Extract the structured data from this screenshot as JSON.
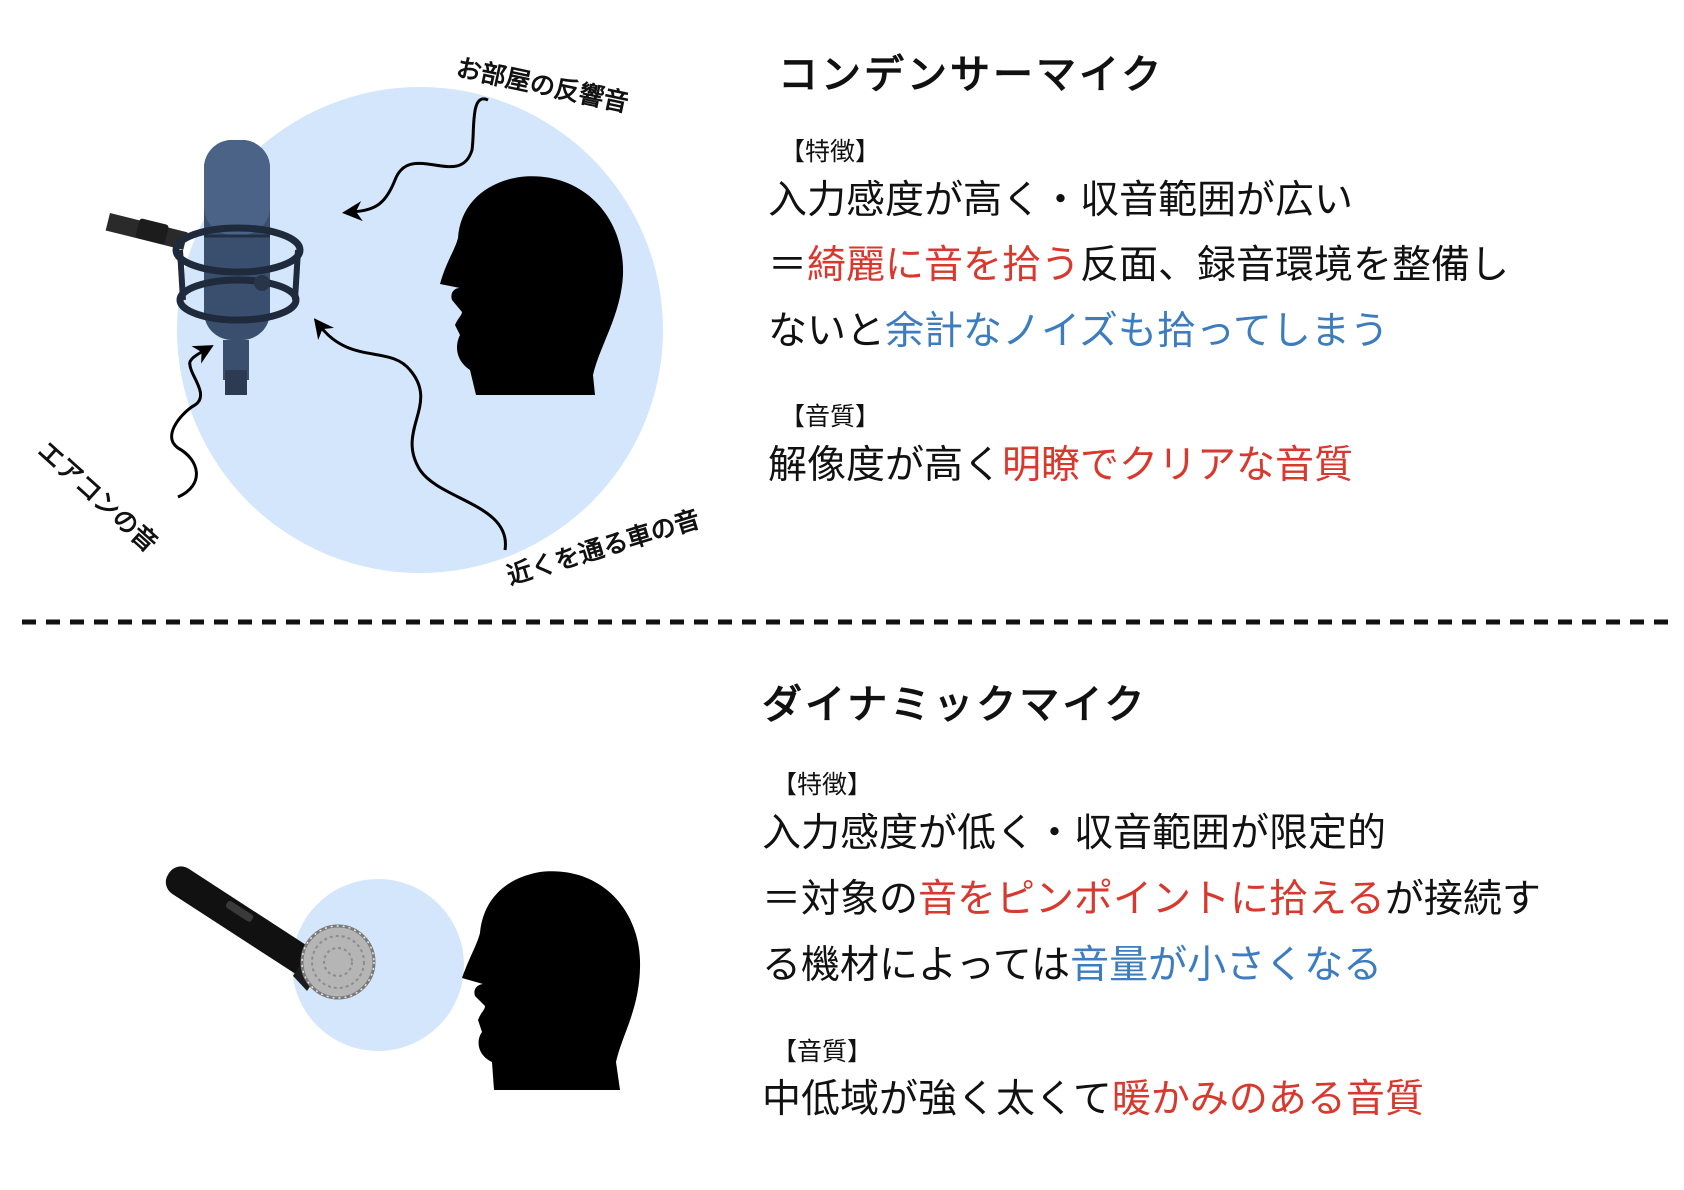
{
  "condenser": {
    "title": "コンデンサーマイク",
    "feature_tag": "【特徴】",
    "feature_line1": "入力感度が高く・収音範囲が広い",
    "feature_line2_prefix": "＝",
    "feature_line2_red": "綺麗に音を拾う",
    "feature_line2_rest": "反面、録音環境を整備し",
    "feature_line3_prefix": "ないと",
    "feature_line3_blue": "余計なノイズも拾ってしまう",
    "quality_tag": "【音質】",
    "quality_prefix": "解像度が高く",
    "quality_red": "明瞭でクリアな音質",
    "noise_labels": {
      "room": "お部屋の反響音",
      "aircon": "エアコンの音",
      "car": "近くを通る車の音"
    }
  },
  "dynamic": {
    "title": "ダイナミックマイク",
    "feature_tag": "【特徴】",
    "feature_line1": "入力感度が低く・収音範囲が限定的",
    "feature_line2_prefix": "＝対象の",
    "feature_line2_red": "音をピンポイントに拾える",
    "feature_line2_rest": "が接続す",
    "feature_line3_prefix": "る機材によっては",
    "feature_line3_blue": "音量が小さくなる",
    "quality_tag": "【音質】",
    "quality_prefix": "中低域が強く太くて",
    "quality_red": "暖かみのある音質"
  },
  "colors": {
    "pickup_area": "#d3e6fb",
    "highlight_red": "#d8392f",
    "highlight_blue": "#3d7dbf",
    "condenser_body": "#3a4f6e",
    "silhouette": "#000000"
  },
  "icons": [
    "condenser-mic-icon",
    "dynamic-mic-icon",
    "head-silhouette-icon",
    "wavy-arrow-icon"
  ]
}
